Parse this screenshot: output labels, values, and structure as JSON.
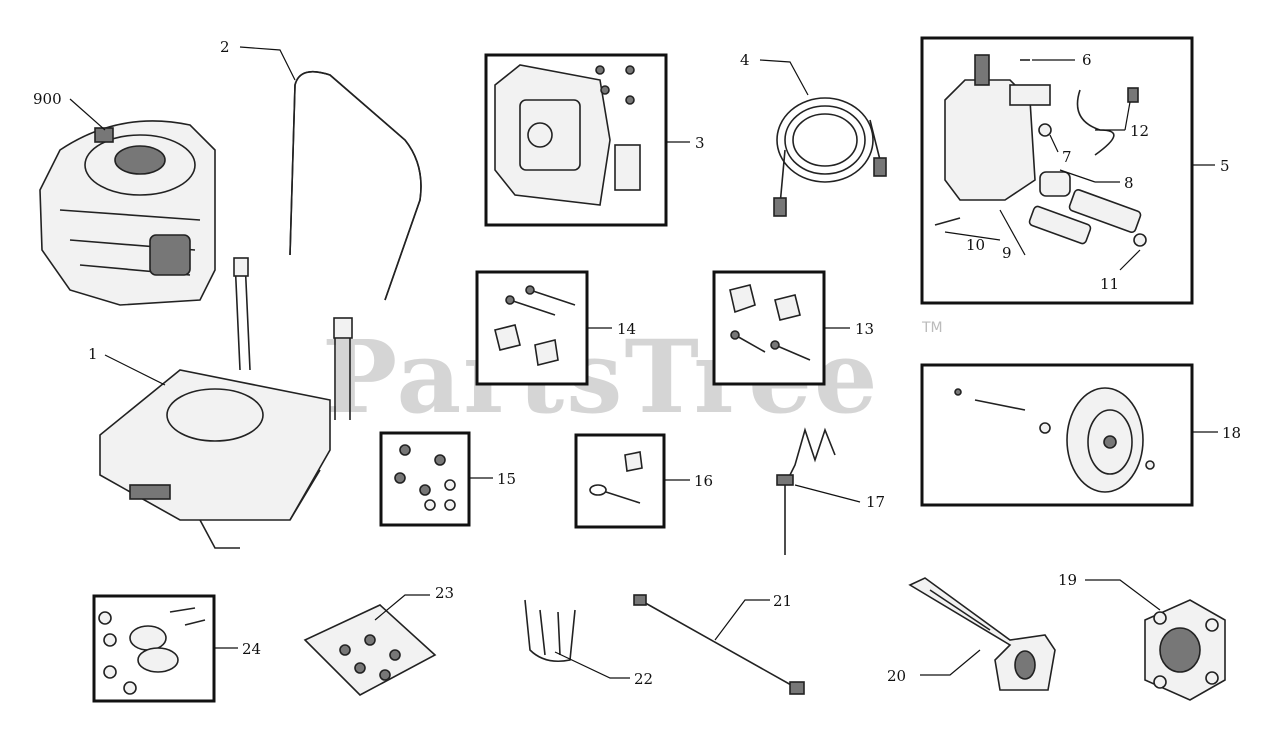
{
  "watermark": {
    "brand": "PartsTree",
    "trademark": "TM"
  },
  "callouts": {
    "c900": "900",
    "c1": "1",
    "c2": "2",
    "c3": "3",
    "c4": "4",
    "c5": "5",
    "c6": "6",
    "c7": "7",
    "c8": "8",
    "c9": "9",
    "c10": "10",
    "c11": "11",
    "c12": "12",
    "c13": "13",
    "c14": "14",
    "c15": "15",
    "c16": "16",
    "c17": "17",
    "c18": "18",
    "c19": "19",
    "c20": "20",
    "c21": "21",
    "c22": "22",
    "c23": "23",
    "c24": "24"
  }
}
